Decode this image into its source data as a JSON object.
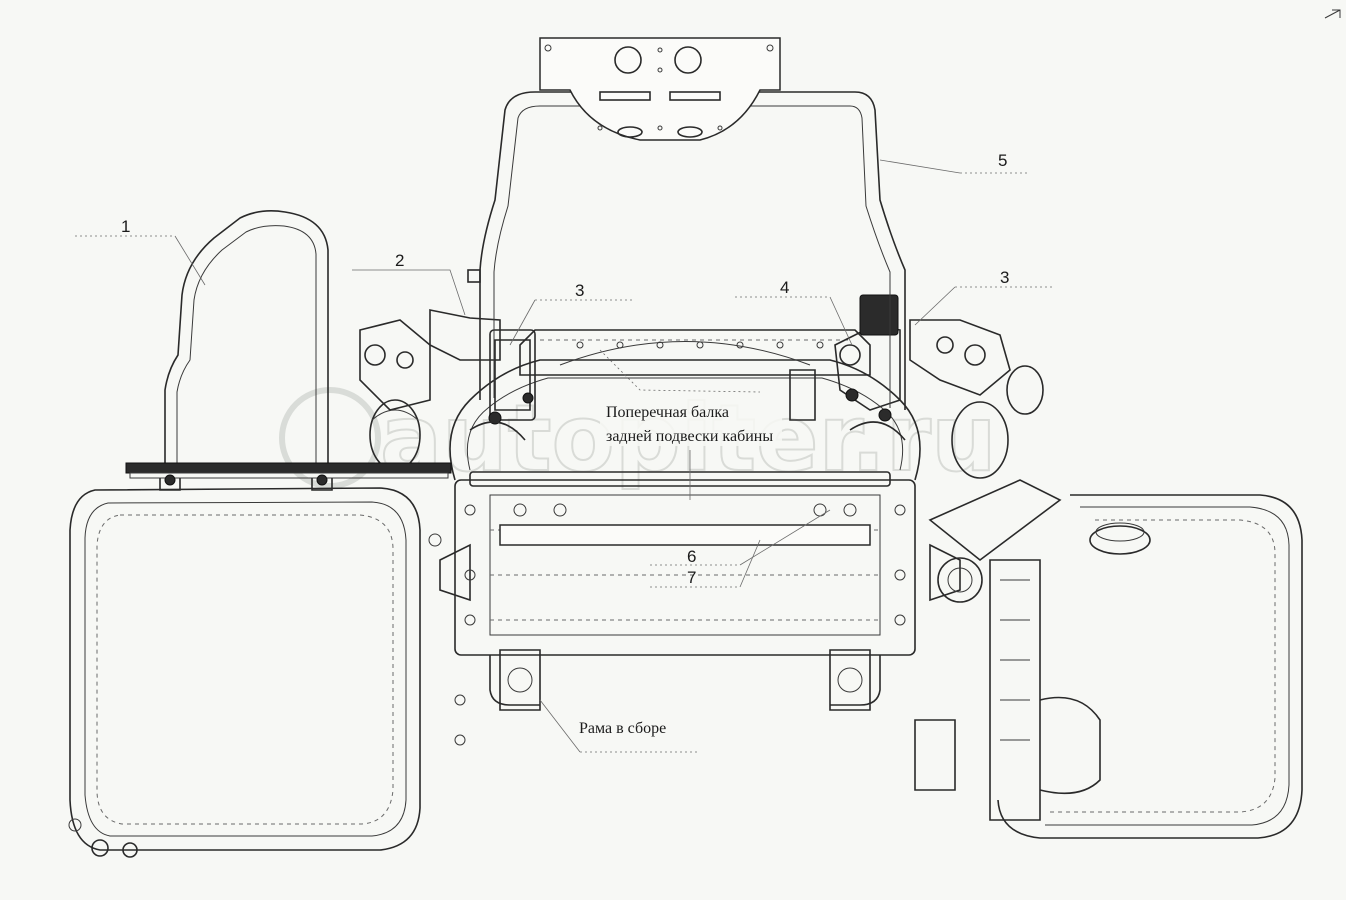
{
  "diagram": {
    "watermark": "autopiter.ru",
    "callouts": [
      {
        "id": "1",
        "text": "1"
      },
      {
        "id": "2",
        "text": "2"
      },
      {
        "id": "3a",
        "text": "3"
      },
      {
        "id": "3b",
        "text": "3"
      },
      {
        "id": "4",
        "text": "4"
      },
      {
        "id": "5",
        "text": "5"
      },
      {
        "id": "6",
        "text": "6"
      },
      {
        "id": "7",
        "text": "7"
      }
    ],
    "annotations": {
      "beam_line1": "Поперечная балка",
      "beam_line2": "задней подвески кабины",
      "frame": "Рама в сборе"
    }
  }
}
